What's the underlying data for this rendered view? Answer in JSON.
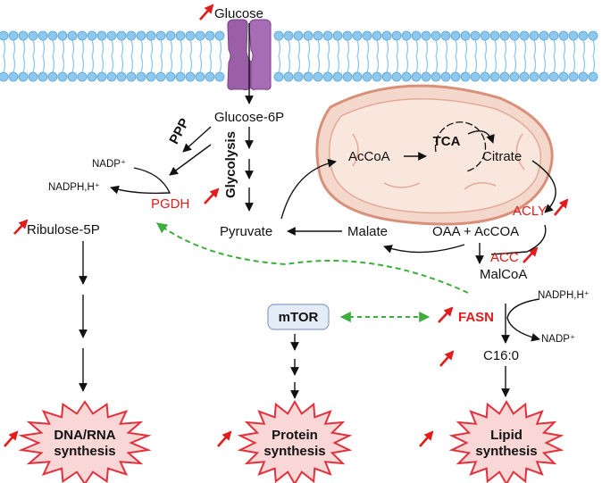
{
  "colors": {
    "up_arrow": "#e31b1b",
    "membrane": "#8fc8ee",
    "transporter": "#9b5fa8",
    "mito_fill": "#f5d8cc",
    "mito_stroke": "#d9907a",
    "burst_fill": "#f9d7d7",
    "burst_stroke": "#e3303b",
    "dashed": "#3cae3c",
    "mtor_fill": "#e4ecf7"
  },
  "metabolites": {
    "glucose": "Glucose",
    "glucose6p": "Glucose-6P",
    "ribulose5p": "Ribulose-5P",
    "pyruvate": "Pyruvate",
    "malate": "Malate",
    "acoa": "AcCoA",
    "citrate": "Citrate",
    "oaa": "OAA + AcCOA",
    "malcoa": "MalCoA",
    "c160": "C16:0"
  },
  "pathways": {
    "ppp": "PPP",
    "glycolysis": "Glycolysis",
    "tca": "TCA"
  },
  "cofactors": {
    "nadp_ppp": "NADP⁺",
    "nadph_ppp": "NADPH,H⁺",
    "nadph_fasn": "NADPH,H⁺",
    "nadp_fasn": "NADP⁺"
  },
  "enzymes": {
    "pgdh": "PGDH",
    "acly": "ACLY",
    "acc": "ACC",
    "fasn": "FASN",
    "mtor": "mTOR"
  },
  "outcomes": {
    "dna_line1": "DNA/RNA",
    "dna_line2": "synthesis",
    "protein_line1": "Protein",
    "protein_line2": "synthesis",
    "lipid_line1": "Lipid",
    "lipid_line2": "synthesis"
  }
}
